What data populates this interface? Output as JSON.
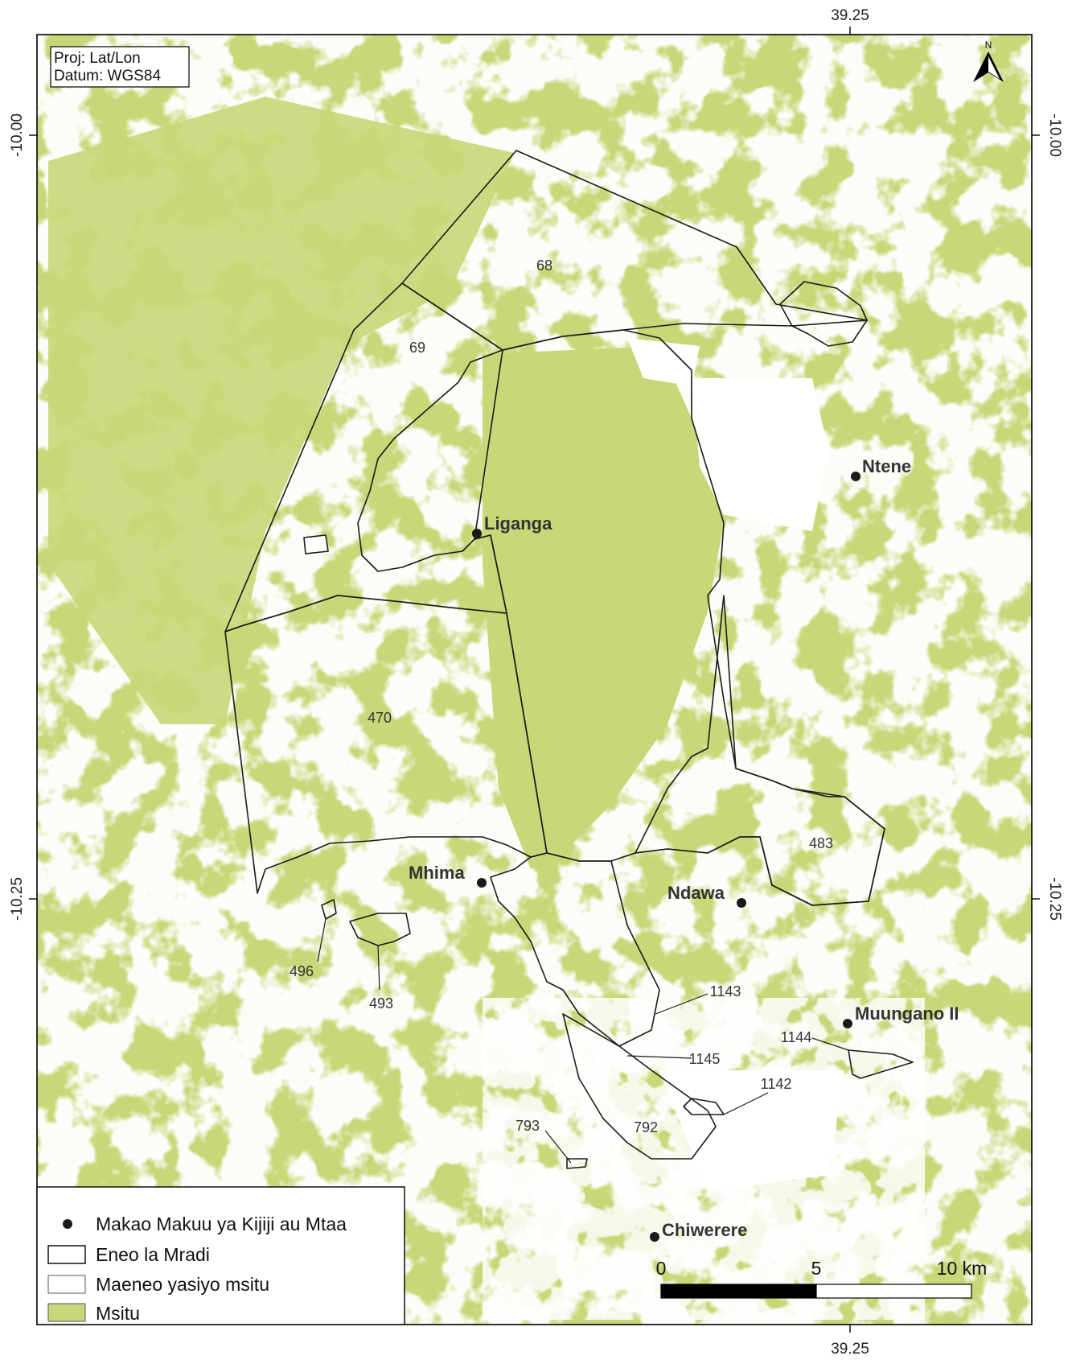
{
  "axes": {
    "top": [
      "39.25"
    ],
    "bottom": [
      "39.25"
    ],
    "left": [
      "-10.00",
      "-10.25"
    ],
    "right": [
      "-10.00",
      "-10.25"
    ]
  },
  "projection_info": {
    "line1": "Proj: Lat/Lon",
    "line2": "Datum: WGS84"
  },
  "north_arrow": {
    "label": "N"
  },
  "parcels": [
    "68",
    "69",
    "470",
    "483",
    "496",
    "493",
    "1143",
    "1145",
    "1144",
    "1142",
    "792",
    "793"
  ],
  "villages": [
    "Ntene",
    "Liganga",
    "Mhima",
    "Ndawa",
    "Muungano II",
    "Chiwerere"
  ],
  "legend": {
    "items": [
      {
        "label": "Makao Makuu ya Kijiji au Mtaa",
        "icon": "village-dot-icon"
      },
      {
        "label": "Eneo la Mradi",
        "icon": "project-area-swatch"
      },
      {
        "label": "Maeneo yasiyo msitu",
        "icon": "non-forest-swatch"
      },
      {
        "label": "Msitu",
        "icon": "forest-swatch"
      }
    ]
  },
  "scale_bar": {
    "labels": [
      "0",
      "5",
      "10 km"
    ]
  },
  "colors": {
    "forest": "#c6d878",
    "non_forest": "#ffffff",
    "boundary": "#1a1a1a",
    "frame": "#000000"
  }
}
